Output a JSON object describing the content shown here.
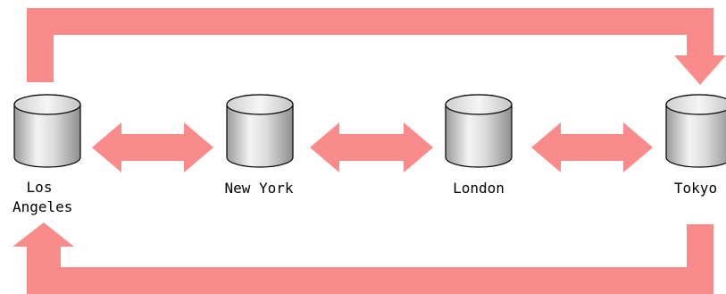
{
  "nodes": [
    {
      "id": "los-angeles",
      "label": "Los\nAngeles"
    },
    {
      "id": "new-york",
      "label": "New York"
    },
    {
      "id": "london",
      "label": "London"
    },
    {
      "id": "tokyo",
      "label": "Tokyo"
    }
  ],
  "colors": {
    "arrow": "#f98b8b",
    "cylinder_stroke": "#000000",
    "cylinder_light": "#f2f2f2",
    "cylinder_dark": "#9a9a9a"
  }
}
